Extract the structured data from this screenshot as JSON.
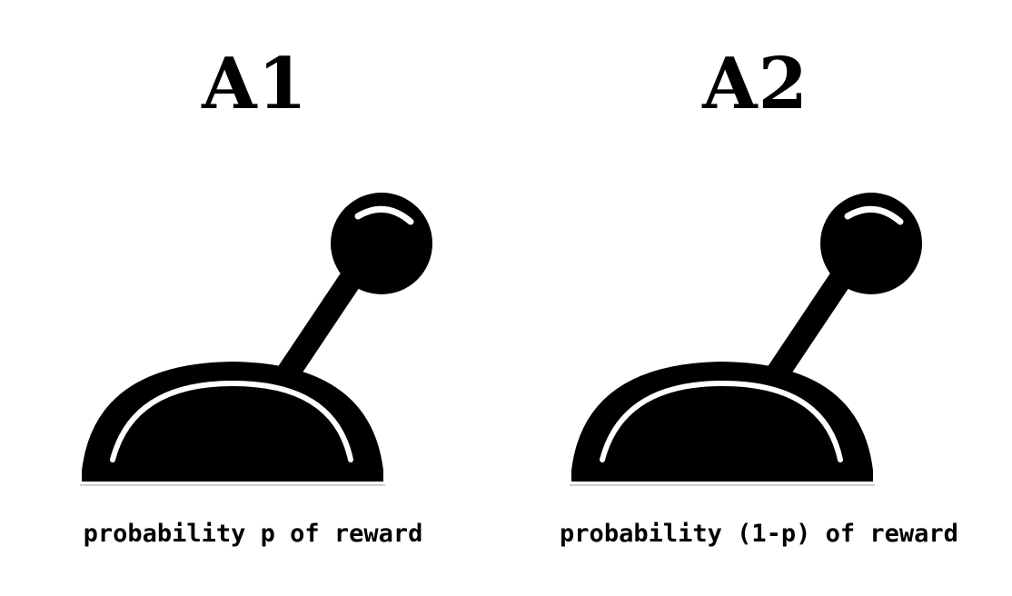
{
  "arms": [
    {
      "label": "A1",
      "caption": "probability p of reward",
      "icon": "lever-icon"
    },
    {
      "label": "A2",
      "caption": "probability (1-p) of reward",
      "icon": "lever-icon"
    }
  ],
  "colors": {
    "ink": "#000000",
    "background": "#ffffff"
  }
}
